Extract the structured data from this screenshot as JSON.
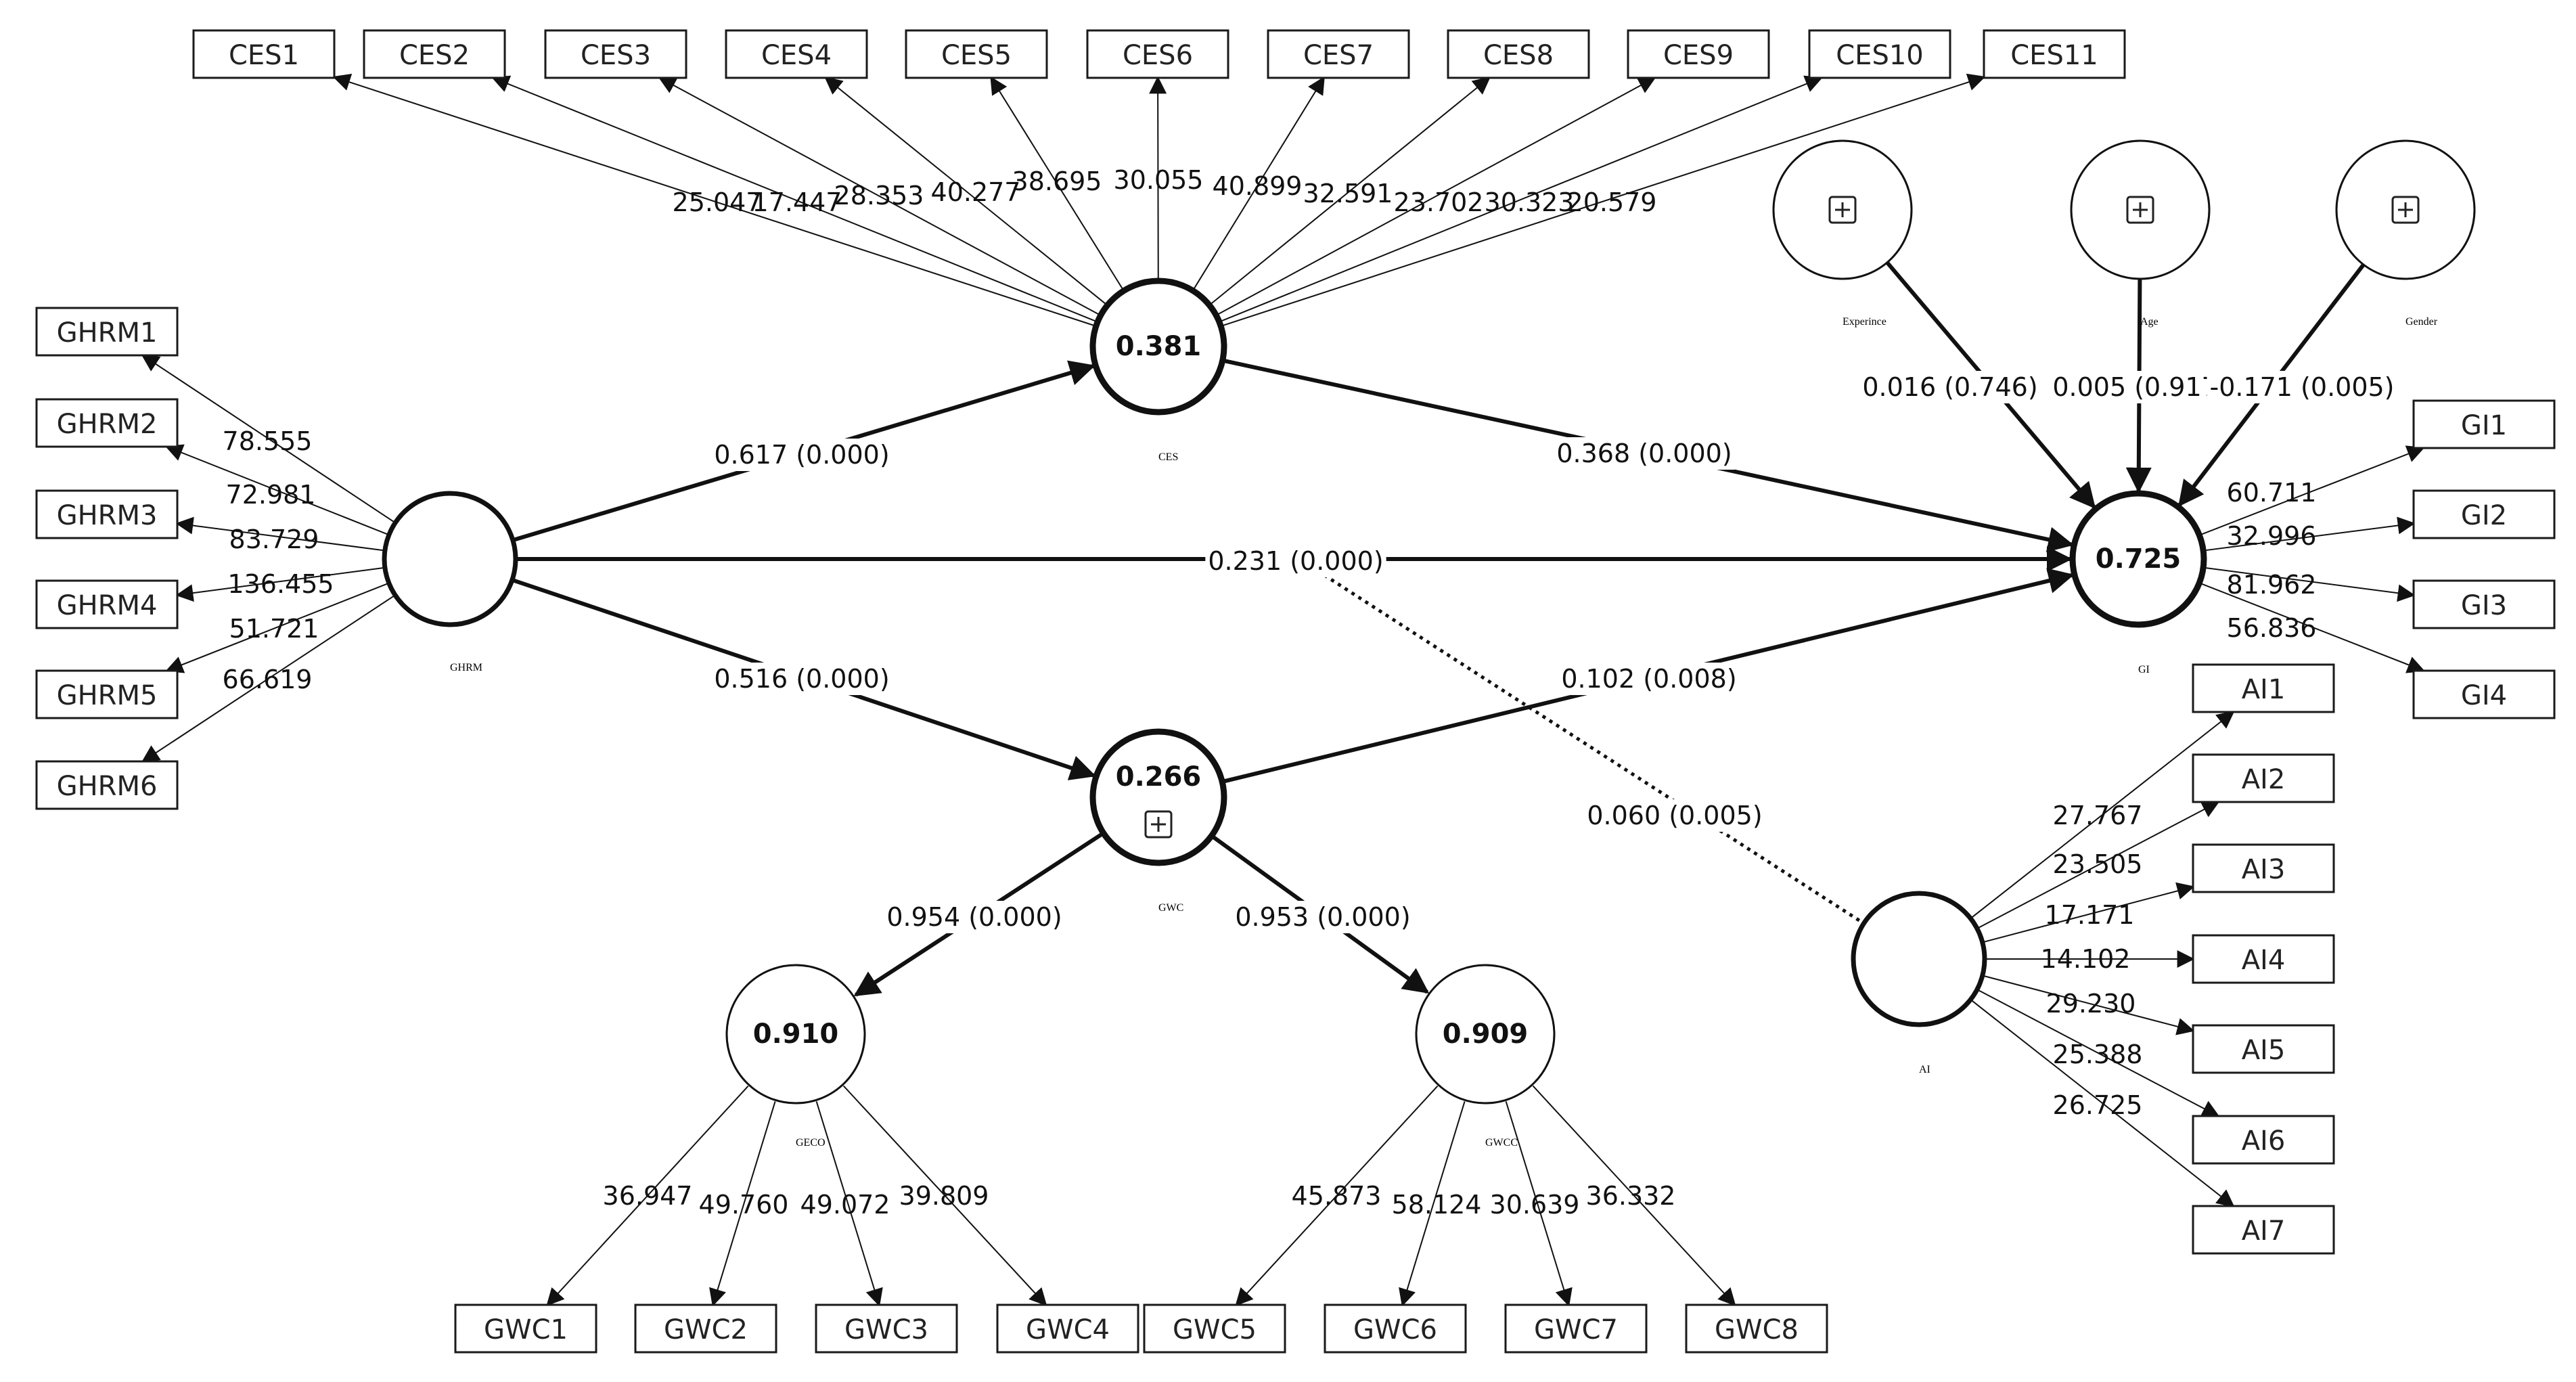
{
  "constructs": [
    {
      "id": "GHRM",
      "name": "GHRM",
      "r2": "",
      "expand": false,
      "bold": true
    },
    {
      "id": "CES",
      "name": "CES",
      "r2": "0.381",
      "expand": false,
      "bold": true
    },
    {
      "id": "GWC",
      "name": "GWC",
      "r2": "0.266",
      "expand": true,
      "bold": true
    },
    {
      "id": "GI",
      "name": "GI",
      "r2": "0.725",
      "expand": false,
      "bold": true
    },
    {
      "id": "AI",
      "name": "AI",
      "r2": "",
      "expand": false,
      "bold": true
    },
    {
      "id": "GECO",
      "name": "GECO",
      "r2": "0.910",
      "expand": false,
      "bold": false
    },
    {
      "id": "GWCC",
      "name": "GWCC",
      "r2": "0.909",
      "expand": false,
      "bold": false
    },
    {
      "id": "EXP",
      "name": "Experince",
      "r2": "",
      "expand": true,
      "bold": false
    },
    {
      "id": "AGE",
      "name": "Age",
      "r2": "",
      "expand": true,
      "bold": false
    },
    {
      "id": "GEN",
      "name": "Gender",
      "r2": "",
      "expand": true,
      "bold": false
    }
  ],
  "indicators": [
    {
      "id": "CES1",
      "label": "CES1",
      "construct": "CES",
      "loading": "25.047"
    },
    {
      "id": "CES2",
      "label": "CES2",
      "construct": "CES",
      "loading": "17.447"
    },
    {
      "id": "CES3",
      "label": "CES3",
      "construct": "CES",
      "loading": "28.353"
    },
    {
      "id": "CES4",
      "label": "CES4",
      "construct": "CES",
      "loading": "40.277"
    },
    {
      "id": "CES5",
      "label": "CES5",
      "construct": "CES",
      "loading": "38.695"
    },
    {
      "id": "CES6",
      "label": "CES6",
      "construct": "CES",
      "loading": "30.055"
    },
    {
      "id": "CES7",
      "label": "CES7",
      "construct": "CES",
      "loading": "40.899"
    },
    {
      "id": "CES8",
      "label": "CES8",
      "construct": "CES",
      "loading": "32.591"
    },
    {
      "id": "CES9",
      "label": "CES9",
      "construct": "CES",
      "loading": "23.702"
    },
    {
      "id": "CES10",
      "label": "CES10",
      "construct": "CES",
      "loading": "30.323"
    },
    {
      "id": "CES11",
      "label": "CES11",
      "construct": "CES",
      "loading": "20.579"
    },
    {
      "id": "GHRM1",
      "label": "GHRM1",
      "construct": "GHRM",
      "loading": "78.555"
    },
    {
      "id": "GHRM2",
      "label": "GHRM2",
      "construct": "GHRM",
      "loading": "72.981"
    },
    {
      "id": "GHRM3",
      "label": "GHRM3",
      "construct": "GHRM",
      "loading": "83.729"
    },
    {
      "id": "GHRM4",
      "label": "GHRM4",
      "construct": "GHRM",
      "loading": "136.455"
    },
    {
      "id": "GHRM5",
      "label": "GHRM5",
      "construct": "GHRM",
      "loading": "51.721"
    },
    {
      "id": "GHRM6",
      "label": "GHRM6",
      "construct": "GHRM",
      "loading": "66.619"
    },
    {
      "id": "GI1",
      "label": "GI1",
      "construct": "GI",
      "loading": "60.711"
    },
    {
      "id": "GI2",
      "label": "GI2",
      "construct": "GI",
      "loading": "32.996"
    },
    {
      "id": "GI3",
      "label": "GI3",
      "construct": "GI",
      "loading": "81.962"
    },
    {
      "id": "GI4",
      "label": "GI4",
      "construct": "GI",
      "loading": "56.836"
    },
    {
      "id": "AI1",
      "label": "AI1",
      "construct": "AI",
      "loading": "27.767"
    },
    {
      "id": "AI2",
      "label": "AI2",
      "construct": "AI",
      "loading": "23.505"
    },
    {
      "id": "AI3",
      "label": "AI3",
      "construct": "AI",
      "loading": "17.171"
    },
    {
      "id": "AI4",
      "label": "AI4",
      "construct": "AI",
      "loading": "14.102"
    },
    {
      "id": "AI5",
      "label": "AI5",
      "construct": "AI",
      "loading": "29.230"
    },
    {
      "id": "AI6",
      "label": "AI6",
      "construct": "AI",
      "loading": "25.388"
    },
    {
      "id": "AI7",
      "label": "AI7",
      "construct": "AI",
      "loading": "26.725"
    },
    {
      "id": "GWC1",
      "label": "GWC1",
      "construct": "GECO",
      "loading": "36.947"
    },
    {
      "id": "GWC2",
      "label": "GWC2",
      "construct": "GECO",
      "loading": "49.760"
    },
    {
      "id": "GWC3",
      "label": "GWC3",
      "construct": "GECO",
      "loading": "49.072"
    },
    {
      "id": "GWC4",
      "label": "GWC4",
      "construct": "GECO",
      "loading": "39.809"
    },
    {
      "id": "GWC5",
      "label": "GWC5",
      "construct": "GWCC",
      "loading": "45.873"
    },
    {
      "id": "GWC6",
      "label": "GWC6",
      "construct": "GWCC",
      "loading": "58.124"
    },
    {
      "id": "GWC7",
      "label": "GWC7",
      "construct": "GWCC",
      "loading": "30.639"
    },
    {
      "id": "GWC8",
      "label": "GWC8",
      "construct": "GWCC",
      "loading": "36.332"
    }
  ],
  "paths": [
    {
      "id": "GHRM-CES",
      "from": "GHRM",
      "to": "CES",
      "label": "0.617 (0.000)",
      "style": "solid"
    },
    {
      "id": "GHRM-GI",
      "from": "GHRM",
      "to": "GI",
      "label": "0.231 (0.000)",
      "style": "solid"
    },
    {
      "id": "GHRM-GWC",
      "from": "GHRM",
      "to": "GWC",
      "label": "0.516 (0.000)",
      "style": "solid"
    },
    {
      "id": "CES-GI",
      "from": "CES",
      "to": "GI",
      "label": "0.368 (0.000)",
      "style": "solid"
    },
    {
      "id": "GWC-GI",
      "from": "GWC",
      "to": "GI",
      "label": "0.102 (0.008)",
      "style": "solid"
    },
    {
      "id": "GWC-GECO",
      "from": "GWC",
      "to": "GECO",
      "label": "0.954 (0.000)",
      "style": "solid"
    },
    {
      "id": "GWC-GWCC",
      "from": "GWC",
      "to": "GWCC",
      "label": "0.953 (0.000)",
      "style": "solid"
    },
    {
      "id": "EXP-GI",
      "from": "EXP",
      "to": "GI",
      "label": "0.016 (0.746)",
      "style": "solid"
    },
    {
      "id": "AGE-GI",
      "from": "AGE",
      "to": "GI",
      "label": "0.005 (0.917)",
      "style": "solid"
    },
    {
      "id": "GEN-GI",
      "from": "GEN",
      "to": "GI",
      "label": "-0.171 (0.005)",
      "style": "solid"
    },
    {
      "id": "AI-moderation",
      "from": "AI",
      "to": "GHRM-GI",
      "label": "0.060 (0.005)",
      "style": "dotted"
    }
  ]
}
